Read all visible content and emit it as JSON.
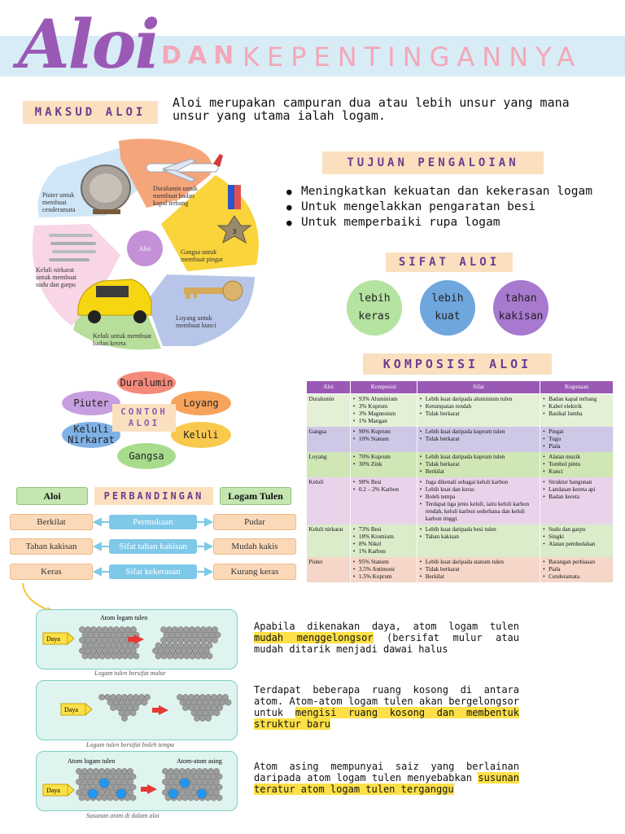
{
  "title": {
    "main": "Aloi",
    "dan": "DAN",
    "rest": "KEPENTINGANNYA"
  },
  "maksud": {
    "label": "MAKSUD ALOI",
    "text": "Aloi merupakan campuran dua atau lebih unsur yang mana unsur yang utama ialah logam."
  },
  "pie": {
    "center": "Aloi",
    "segments": [
      "Piuter untuk membuat cenderamata",
      "Duralumin untuk membuat badan kapal terbang",
      "Gangsa untuk membuat pingat",
      "Loyang untuk membuat kunci",
      "Keluli untuk membuat badan kereta",
      "Keluli nirkarat untuk membuat sudu dan garpu"
    ]
  },
  "tujuan": {
    "label": "TUJUAN PENGALOIAN",
    "items": [
      "Meningkatkan kekuatan dan kekerasan logam",
      "Untuk mengelakkan pengaratan besi",
      "Untuk memperbaiki rupa logam"
    ]
  },
  "sifat": {
    "label": "SIFAT ALOI",
    "items": [
      {
        "line1": "lebih",
        "line2": "keras",
        "color": "#b5e3a0"
      },
      {
        "line1": "lebih",
        "line2": "kuat",
        "color": "#6fa6de"
      },
      {
        "line1": "tahan",
        "line2": "kakisan",
        "color": "#a779cf"
      }
    ]
  },
  "komposisi": {
    "label": "KOMPOSISI ALOI",
    "headers": [
      "Aloi",
      "Komposisi",
      "Sifat",
      "Kegunaan"
    ],
    "rows": [
      {
        "aloi": "Duralumin",
        "komposisi": [
          "93% Aluminium",
          "3% Kuprum",
          "3% Magnesium",
          "1% Mangan"
        ],
        "sifat": [
          "Lebih kuat daripada aluminium tulen",
          "Ketumpatan rendah",
          "Tidak berkarat"
        ],
        "kegunaan": [
          "Badan kapal terbang",
          "Kabel elektrik",
          "Basikal lumba"
        ]
      },
      {
        "aloi": "Gangsa",
        "komposisi": [
          "90% Kuprum",
          "10% Stanum"
        ],
        "sifat": [
          "Lebih kuat daripada kuprum tulen",
          "Tidak berkarat"
        ],
        "kegunaan": [
          "Pingat",
          "Tugu",
          "Piala"
        ]
      },
      {
        "aloi": "Loyang",
        "komposisi": [
          "70% Kuprum",
          "30% Zink"
        ],
        "sifat": [
          "Lebih kuat daripada kuprum tulen",
          "Tidak berkarat",
          "Berkilat"
        ],
        "kegunaan": [
          "Alatan muzik",
          "Tombol pintu",
          "Kunci"
        ]
      },
      {
        "aloi": "Keluli",
        "komposisi": [
          "98% Besi",
          "0.2 – 2% Karbon"
        ],
        "sifat": [
          "Juga dikenali sebagai keluli karbon",
          "Lebih kuat dan keras",
          "Boleh tempa",
          "Terdapat tiga jenis keluli, iaitu keluli karbon rendah, keluli karbon sederhana dan keluli karbon tinggi."
        ],
        "kegunaan": [
          "Struktur bangunan",
          "Landasan kereta api",
          "Badan kereta"
        ]
      },
      {
        "aloi": "Keluli nirkarat",
        "komposisi": [
          "73% Besi",
          "18% Kromium",
          "8% Nikel",
          "1% Karbon"
        ],
        "sifat": [
          "Lebih kuat daripada besi tulen",
          "Tahan kakisan"
        ],
        "kegunaan": [
          "Sudu dan garpu",
          "Singki",
          "Alatan pembedahan"
        ]
      },
      {
        "aloi": "Piuter",
        "komposisi": [
          "95% Stanum",
          "3.5% Antimoni",
          "1.5% Kuprum"
        ],
        "sifat": [
          "Lebih kuat daripada stanum tulen",
          "Tidak berkarat",
          "Berkilat"
        ],
        "kegunaan": [
          "Barangan perhiasan",
          "Piala",
          "Cenderamata"
        ]
      }
    ]
  },
  "contoh": {
    "center_line1": "CONTOH",
    "center_line2": "ALOI",
    "items": [
      {
        "label": "Duralumin",
        "color": "#f48a7a"
      },
      {
        "label": "Piuter",
        "color": "#c79ee0"
      },
      {
        "label": "Loyang",
        "color": "#f7a35c"
      },
      {
        "label": "Keluli Nirkarat",
        "color": "#7fb1e6"
      },
      {
        "label": "Keluli",
        "color": "#f9c94e"
      },
      {
        "label": "Gangsa",
        "color": "#a8dc8c"
      }
    ]
  },
  "perbandingan": {
    "left": "Aloi",
    "label": "PERBANDINGAN",
    "right": "Logam Tulen",
    "rows": [
      {
        "aloi": "Berkilat",
        "aspek": "Permukaan",
        "tulen": "Pudar"
      },
      {
        "aloi": "Tahan kakisan",
        "aspek": "Sifat tahan kakisan",
        "tulen": "Mudah kakis"
      },
      {
        "aloi": "Keras",
        "aspek": "Sifat kekerasan",
        "tulen": "Kurang keras"
      }
    ]
  },
  "diagrams": [
    {
      "daya": "Daya",
      "top_label": "Atom logam tulen",
      "caption": "Logam tulen bersifat mulur",
      "desc_plain": "Apabila dikenakan daya, atom logam tulen ",
      "desc_hl": "mudah menggelongsor",
      "desc_after": " (bersifat mulur atau mudah ditarik menjadi dawai halus"
    },
    {
      "daya": "Daya",
      "caption": "Logam tulen bersifat boleh tempa",
      "desc_plain": "Terdapat beberapa ruang kosong di antara atom. Atom-atom logam tulen akan bergelongsor untuk ",
      "desc_hl": "mengisi ruang kosong dan membentuk struktur baru",
      "desc_after": ""
    },
    {
      "daya": "Daya",
      "top_label": "Atom logam tulen",
      "top_label2": "Atom-atom asing",
      "caption": "Susunan atom di dalam aloi",
      "desc_plain": "Atom asing mempunyai saiz yang berlainan daripada atom logam tulen menyebabkan ",
      "desc_hl": "susunan teratur atom logam tulen terganggu",
      "desc_after": ""
    }
  ]
}
